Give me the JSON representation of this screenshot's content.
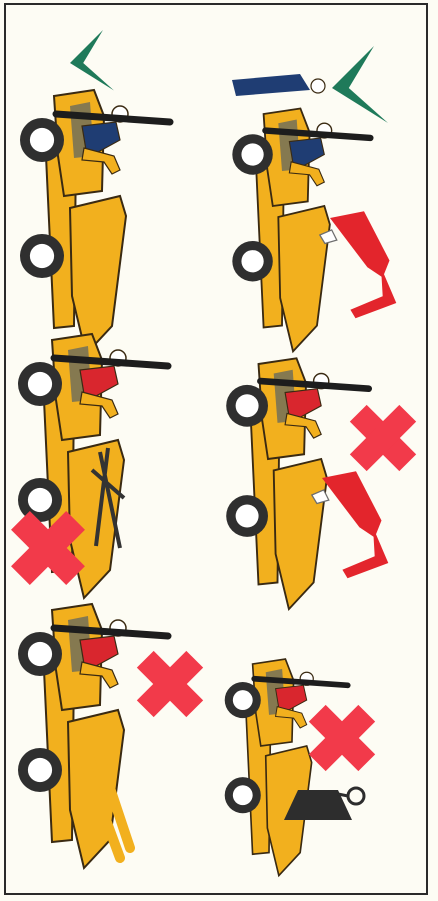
{
  "colors": {
    "background": "#fdfcf4",
    "frame": "#2a2a2a",
    "machine_body": "#f2b01e",
    "machine_outline": "#3a2a12",
    "tyre": "#2f2f2f",
    "operator_correct": "#1f3d73",
    "operator_incorrect": "#d9262e",
    "tick_mark": "#1f7a5a",
    "cross_mark": "#f23a4a",
    "excavator_arm": "#e3252c",
    "debris": "#6e6e6e",
    "load_weight": "#2d2d2d"
  },
  "panels": [
    {
      "status": "correct",
      "operator": "blue",
      "mark": "tick",
      "scene": "driving"
    },
    {
      "status": "correct",
      "operator": "blue",
      "mark": "tick",
      "scene": "parked-near-excavator"
    },
    {
      "status": "incorrect",
      "operator": "red",
      "mark": "cross",
      "scene": "driving-over-debris"
    },
    {
      "status": "incorrect",
      "operator": "red",
      "mark": "cross",
      "scene": "being-loaded-by-excavator"
    },
    {
      "status": "incorrect",
      "operator": "red",
      "mark": "cross",
      "scene": "carrying-long-load"
    },
    {
      "status": "incorrect",
      "operator": "red",
      "mark": "cross",
      "scene": "carrying-suspended-weight"
    }
  ]
}
